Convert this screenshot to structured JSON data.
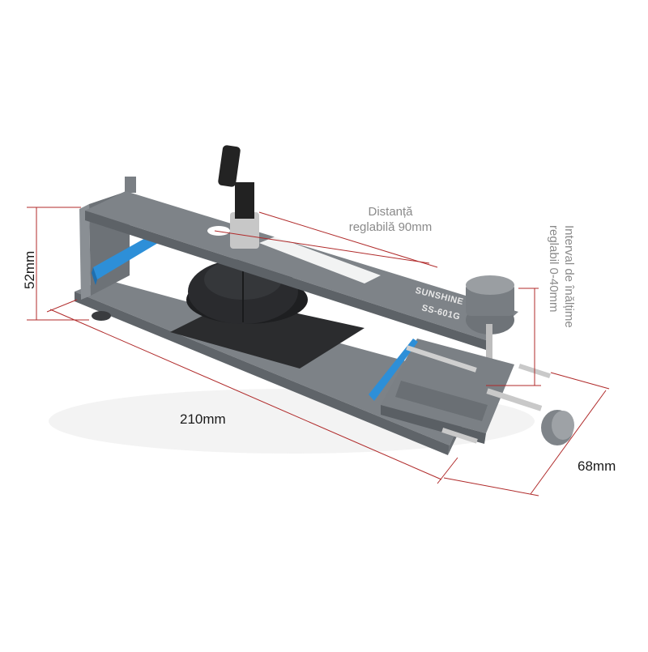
{
  "product": {
    "brand": "SUNSHINE",
    "model": "SS-601G",
    "colors": {
      "body": "#7f8489",
      "body_dark": "#5e6368",
      "body_light": "#a3a7ab",
      "accent_blue": "#2d8fd8",
      "suction_cup": "#1e1f21",
      "pad": "#2b2c2e",
      "handle": "#222222",
      "metal": "#c9c9c9"
    }
  },
  "dimensions": {
    "height": "52mm",
    "length": "210mm",
    "width": "68mm",
    "adjustable_distance_line1": "Distanță",
    "adjustable_distance_line2": "reglabilă 90mm",
    "height_range_line1": "Interval de înălțime",
    "height_range_line2": "reglabil 0-40mm"
  },
  "annotation_line_color": "#b02a2a"
}
